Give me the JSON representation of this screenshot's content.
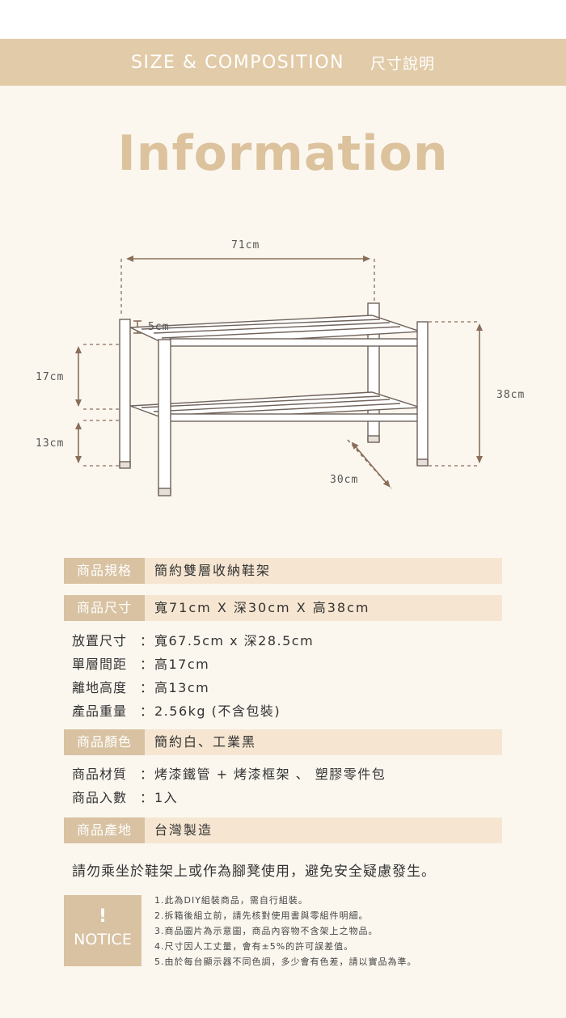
{
  "header": {
    "title_en": "SIZE & COMPOSITION",
    "title_zh": "尺寸說明"
  },
  "hero_title": "Information",
  "dimensions": {
    "width": "71cm",
    "top_gap": "5cm",
    "shelf_gap": "17cm",
    "floor_gap": "13cm",
    "height": "38cm",
    "depth": "30cm"
  },
  "specs": {
    "spec_label": "商品規格",
    "spec_value": "簡約雙層收納鞋架",
    "size_label": "商品尺寸",
    "size_value": "寬71cm X 深30cm X 高38cm",
    "details": [
      {
        "key": "放置尺寸",
        "sep": "：",
        "value": "寬67.5cm x 深28.5cm"
      },
      {
        "key": "單層間距",
        "sep": "：",
        "value": "高17cm"
      },
      {
        "key": "離地高度",
        "sep": "：",
        "value": "高13cm"
      },
      {
        "key": "產品重量",
        "sep": "：",
        "value": "2.56kg (不含包裝)"
      }
    ],
    "color_label": "商品顏色",
    "color_value": "簡約白、工業黑",
    "details2": [
      {
        "key": "商品材質",
        "sep": "：",
        "value": "烤漆鐵管 + 烤漆框架 、 塑膠零件包"
      },
      {
        "key": "商品入數",
        "sep": "：",
        "value": "1入"
      }
    ],
    "origin_label": "商品產地",
    "origin_value": "台灣製造"
  },
  "warning": "請勿乘坐於鞋架上或作為腳凳使用，避免安全疑慮發生。",
  "notice": {
    "mark": "!",
    "label": "NOTICE",
    "items": [
      "1.此為DIY組裝商品，需自行組裝。",
      "2.拆箱後組立前，請先核對使用書與零組件明細。",
      "3.商品圖片為示意圖，商品內容物不含架上之物品。",
      "4.尺寸因人工丈量，會有±5%的許可誤差值。",
      "5.由於每台顯示器不同色調，多少會有色差，請以實品為準。"
    ]
  },
  "colors": {
    "band": "#e2cba8",
    "title": "#dcc29d",
    "label_bg": "#d8c2a2",
    "row_bg": "#f6e6d1",
    "arrow": "#8a6e5a"
  }
}
